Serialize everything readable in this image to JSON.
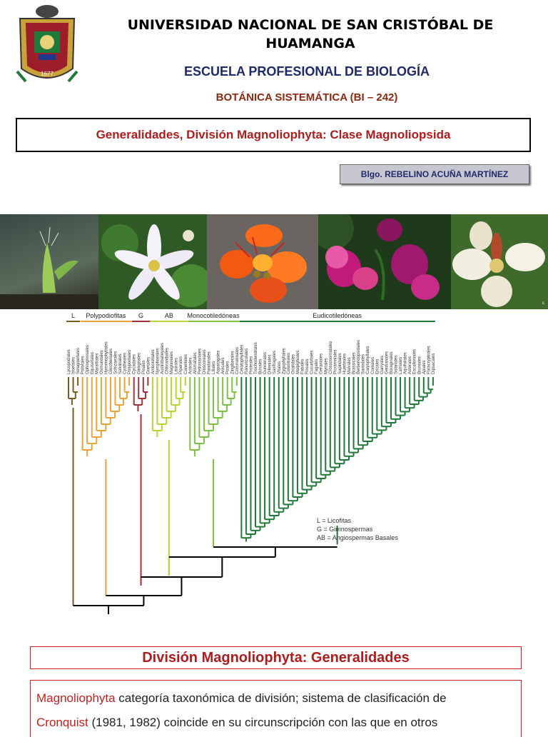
{
  "header": {
    "university": "UNIVERSIDAD NACIONAL DE SAN CRISTÓBAL DE HUAMANGA",
    "school": "ESCUELA PROFESIONAL DE BIOLOGÍA",
    "course": "BOTÁNICA SISTEMÁTICA (BI – 242)",
    "title": "Generalidades, División Magnoliophyta: Clase Magnoliopsida",
    "author": "Blgo. REBELINO ACUÑA MARTÍNEZ"
  },
  "photos": [
    "cactus-seedling",
    "white-star-flower",
    "orange-flower",
    "purple-pea-flower",
    "magnolia-flower"
  ],
  "cladogram": {
    "clades": [
      {
        "label": "L",
        "color": "#7a5a1e"
      },
      {
        "label": "Polypodiofitas",
        "color": "#e8a43a"
      },
      {
        "label": "G",
        "color": "#a3333a"
      },
      {
        "label": "AB",
        "color": "#b8d433"
      },
      {
        "label": "Monocotiledóneas",
        "color": "#7cc144"
      },
      {
        "label": "Eudicotiledóneas",
        "color": "#1f7a3a"
      }
    ],
    "taxa": [
      "Lycopodiales",
      "Isoetales",
      "Selaginellales",
      "Psilotales",
      "Ophioglossales",
      "Equisetales",
      "Marattiales",
      "Osmundales",
      "Hymenophyllales",
      "Gleicheniales",
      "Schizaeales",
      "Salviniales",
      "Cyatheales",
      "Polypodiales",
      "Cycadales",
      "Ginkgoales",
      "Pinales",
      "Gnetales",
      "Amborellales",
      "Nymphaeales",
      "Austrobaileyales",
      "Chloranthales",
      "Magnoliales",
      "Laurales",
      "Piperales",
      "Canellales",
      "Acorales",
      "Alismatales",
      "Petrosaviales",
      "Dioscoreales",
      "Pandanales",
      "Liliales",
      "Asparagales",
      "Arecales",
      "Poales",
      "Zingiberales",
      "Commelinales",
      "Ceratophyllales",
      "Ranunculales",
      "Proteales",
      "Trochodendrales",
      "Buxales",
      "Gunnerales",
      "Dilleniales",
      "Saxifragales",
      "Vitales",
      "Zygophyllales",
      "Celastrales",
      "Oxalidales",
      "Malpighiales",
      "Fabales",
      "Rosales",
      "Cucurbitales",
      "Fagales",
      "Geraniales",
      "Myrtales",
      "Crossosomatales",
      "Picramniales",
      "Sapindales",
      "Huerteales",
      "Malvales",
      "Brassicales",
      "Berberidopsidales",
      "Santalales",
      "Caryophyllales",
      "Cornales",
      "Ericales",
      "Garryales",
      "Gentianales",
      "Boraginales",
      "Solanales",
      "Lamiales",
      "Aquifoliales",
      "Asterales",
      "Escalloniales",
      "Bruniales",
      "Apiales",
      "Paracryphiales",
      "Dipsacales"
    ],
    "legend": [
      "L = Licofitas",
      "G = Gimnospermas",
      "AB = Angiospermas Basales"
    ]
  },
  "section": {
    "title": "División Magnoliophyta: Generalidades",
    "p1_term1": "Magnoliophyta",
    "p1_text1": " categoría taxonómica de división; sistema de clasificación de",
    "p1_term2": "Cronquist",
    "p1_text2": " (1981, 1982) coincide en su circunscripción con las que en otros"
  }
}
